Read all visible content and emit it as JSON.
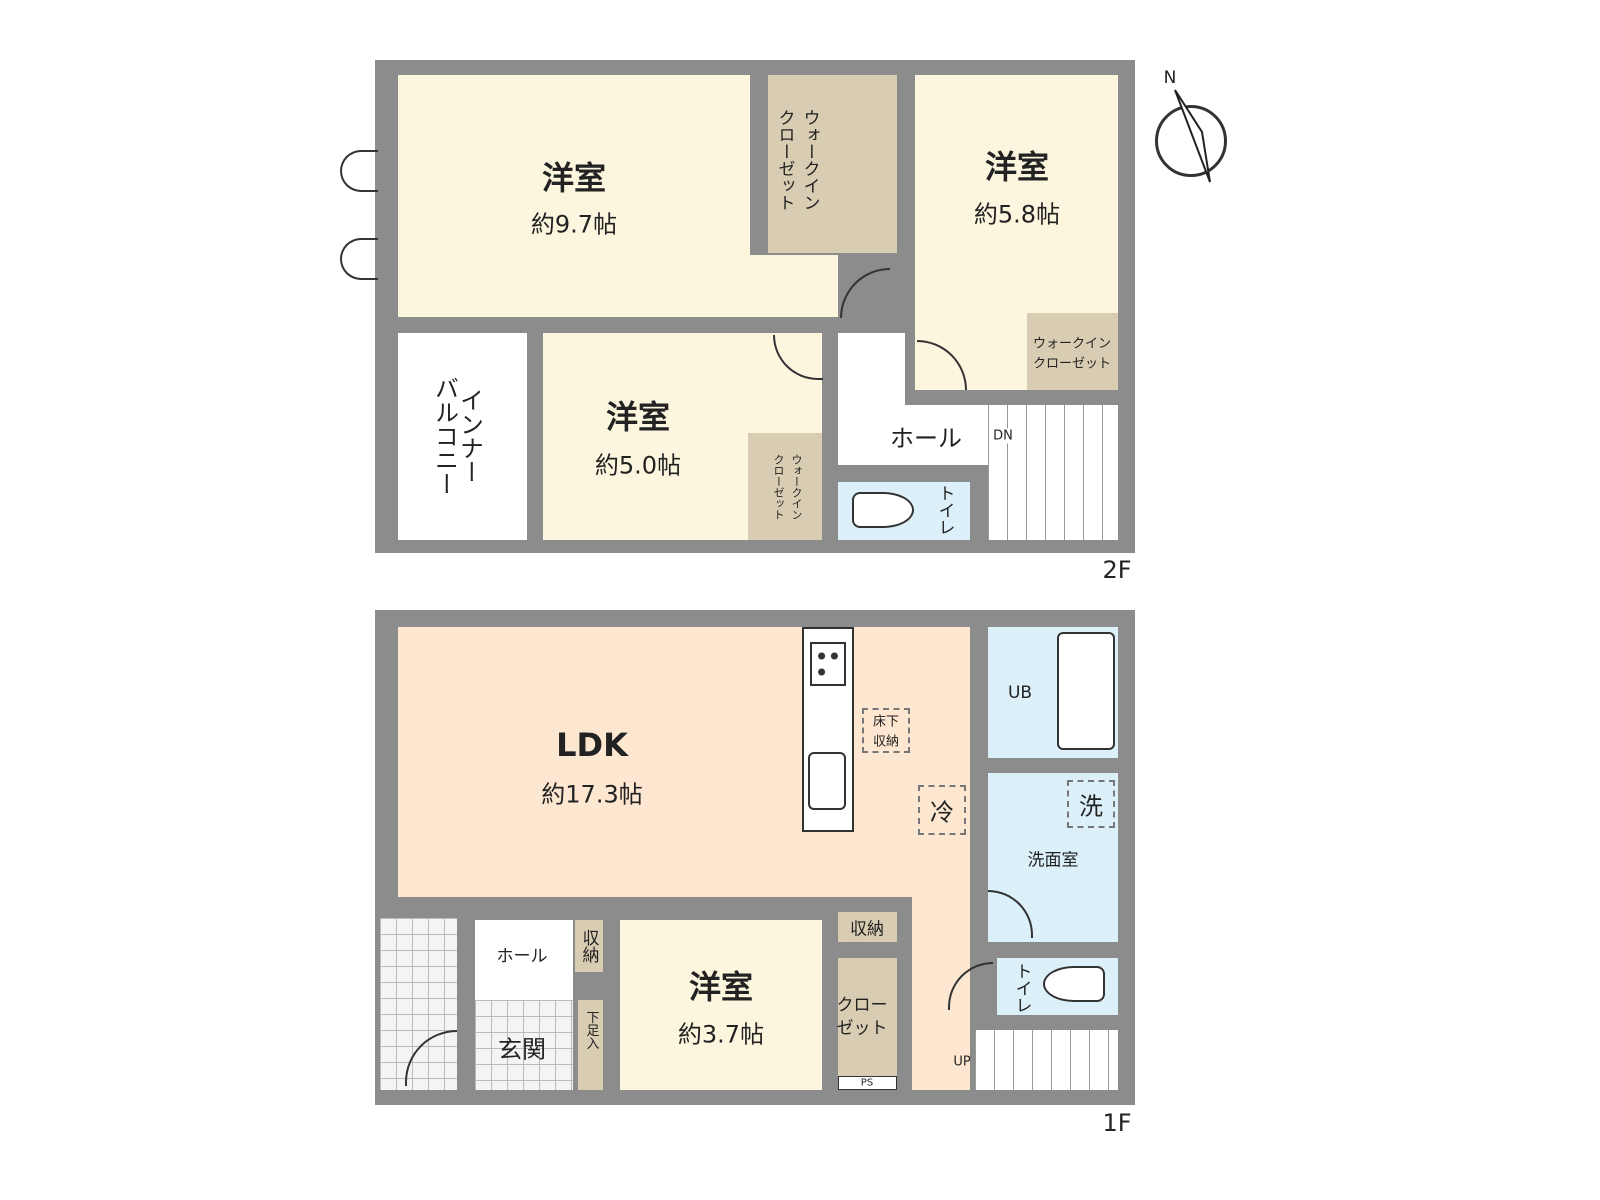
{
  "floor2": {
    "label": "2F",
    "rooms": [
      {
        "name": "洋室",
        "size": "約9.7帖"
      },
      {
        "name": "洋室",
        "size": "約5.8帖"
      },
      {
        "name": "洋室",
        "size": "約5.0帖"
      }
    ],
    "wic_top": "ウォークイン\nクローゼット",
    "wic_top_l1": "ウォークイン",
    "wic_top_l2": "クローゼット",
    "wic_right_l1": "ウォークイン",
    "wic_right_l2": "クローゼット",
    "wic_small_l1": "ウォークイン",
    "wic_small_l2": "クローゼット",
    "balcony_l1": "インナー",
    "balcony_l2": "バルコニー",
    "hall": "ホール",
    "dn": "DN",
    "toilet": "トイレ"
  },
  "floor1": {
    "label": "1F",
    "ldk": {
      "name": "LDK",
      "size": "約17.3帖"
    },
    "room": {
      "name": "洋室",
      "size": "約3.7帖"
    },
    "ub": "UB",
    "underfloor_l1": "床下",
    "underfloor_l2": "収納",
    "fridge": "冷",
    "washer": "洗",
    "washroom": "洗面室",
    "storage": "収納",
    "hall_storage": "収納",
    "closet_l1": "クロー",
    "closet_l2": "ゼット",
    "ps": "PS",
    "hall": "ホール",
    "entrance": "玄関",
    "shoe": "下足入",
    "toilet": "トイレ",
    "up": "UP"
  },
  "compass": {
    "north": "N"
  }
}
